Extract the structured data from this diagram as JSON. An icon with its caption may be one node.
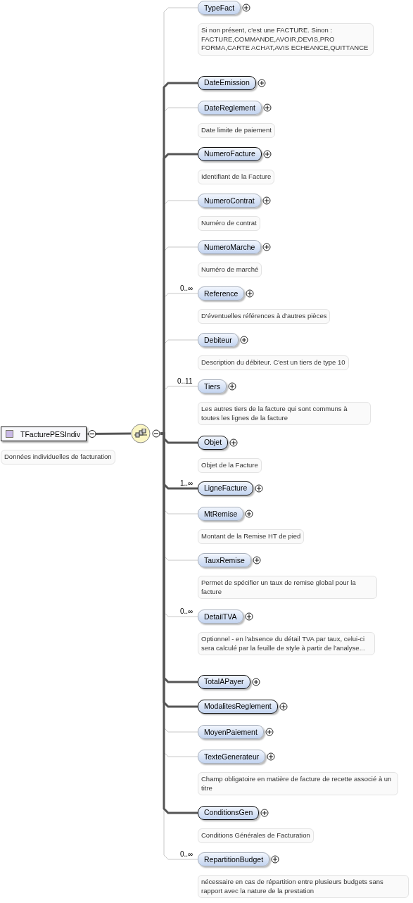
{
  "diagram": {
    "nodes": [
      {
        "text": [
          "TFacturePESIndiv"
        ],
        "beside": [
          "Données individuelles de facturation"
        ]
      },
      {
        "text": [],
        "shape": "circle"
      },
      {
        "text": [
          "TypeFact"
        ],
        "beside": [
          "Si non présent, c'est une FACTURE. Sinon : FACTURE,COMMANDE,AVOIR,DEVIS,PRO FORMA,CARTE ACHAT,AVIS ECHEANCE,QUITTANCE"
        ]
      },
      {
        "text": [
          "DateEmission"
        ]
      },
      {
        "text": [
          "DateReglement"
        ],
        "beside": [
          "Date limite de paiement"
        ]
      },
      {
        "text": [
          "NumeroFacture"
        ],
        "beside": [
          "Identifiant de la Facture"
        ]
      },
      {
        "text": [
          "NumeroContrat"
        ],
        "beside": [
          "Numéro de contrat"
        ]
      },
      {
        "text": [
          "NumeroMarche"
        ],
        "beside": [
          "Numéro de marché"
        ]
      },
      {
        "text": [
          "Reference"
        ],
        "beside": [
          "D'éventuelles références à d'autres pièces"
        ]
      },
      {
        "text": [
          "Debiteur"
        ],
        "beside": [
          "Description du débiteur. C'est un tiers de type 10"
        ]
      },
      {
        "text": [
          "Tiers"
        ],
        "beside": [
          "Les autres tiers de la facture qui sont communs à toutes les lignes de la facture"
        ]
      },
      {
        "text": [
          "Objet"
        ],
        "beside": [
          "Objet de la Facture"
        ]
      },
      {
        "text": [
          "LigneFacture"
        ]
      },
      {
        "text": [
          "MtRemise"
        ],
        "beside": [
          "Montant de la Remise HT de pied"
        ]
      },
      {
        "text": [
          "TauxRemise"
        ],
        "beside": [
          "Permet de spécifier un taux de remise global pour la facture"
        ]
      },
      {
        "text": [
          "DetailTVA"
        ],
        "beside": [
          "Optionnel - en l'absence du détail TVA par taux, celui-ci sera calculé par la feuille de style à partir de l'analyse..."
        ]
      },
      {
        "text": [
          "TotalAPayer"
        ]
      },
      {
        "text": [
          "ModalitesReglement"
        ]
      },
      {
        "text": [
          "MoyenPaiement"
        ]
      },
      {
        "text": [
          "TexteGenerateur"
        ],
        "beside": [
          "Champ obligatoire en matière de facture de recette associé à un titre"
        ]
      },
      {
        "text": [
          "ConditionsGen"
        ],
        "beside": [
          "Conditions Générales de Facturation"
        ]
      },
      {
        "text": [
          "RepartitionBudget"
        ],
        "beside": [
          "nécessaire en cas de répartition entre plusieurs budgets sans rapport avec la nature de la prestation"
        ]
      }
    ],
    "edges": [
      {
        "from": 0,
        "to": 1,
        "arrow": "none",
        "style": "thick",
        "color": "#555555"
      },
      {
        "from": 1,
        "to": 2,
        "arrow": "none"
      },
      {
        "from": 1,
        "to": 3,
        "arrow": "none",
        "style": "thick",
        "color": "#555555"
      },
      {
        "from": 1,
        "to": 4,
        "arrow": "none"
      },
      {
        "from": 1,
        "to": 5,
        "arrow": "none",
        "style": "thick",
        "color": "#555555"
      },
      {
        "from": 1,
        "to": 6,
        "arrow": "none"
      },
      {
        "from": 1,
        "to": 7,
        "arrow": "none"
      },
      {
        "from": 1,
        "to": 8,
        "arrow": "none",
        "label": "0..∞"
      },
      {
        "from": 1,
        "to": 9,
        "arrow": "none"
      },
      {
        "from": 1,
        "to": 10,
        "arrow": "none",
        "label": "0..11"
      },
      {
        "from": 1,
        "to": 11,
        "arrow": "none",
        "style": "thick",
        "color": "#555555"
      },
      {
        "from": 1,
        "to": 12,
        "arrow": "none",
        "style": "thick",
        "color": "#555555",
        "label": "1..∞"
      },
      {
        "from": 1,
        "to": 13,
        "arrow": "none"
      },
      {
        "from": 1,
        "to": 14,
        "arrow": "none"
      },
      {
        "from": 1,
        "to": 15,
        "arrow": "none",
        "label": "0..∞"
      },
      {
        "from": 1,
        "to": 16,
        "arrow": "none",
        "style": "thick",
        "color": "#555555"
      },
      {
        "from": 1,
        "to": 17,
        "arrow": "none",
        "style": "thick",
        "color": "#555555"
      },
      {
        "from": 1,
        "to": 18,
        "arrow": "none"
      },
      {
        "from": 1,
        "to": 19,
        "arrow": "none"
      },
      {
        "from": 1,
        "to": 20,
        "arrow": "none",
        "style": "thick",
        "color": "#555555"
      },
      {
        "from": 1,
        "to": 21,
        "arrow": "none",
        "label": "0..∞"
      }
    ]
  }
}
